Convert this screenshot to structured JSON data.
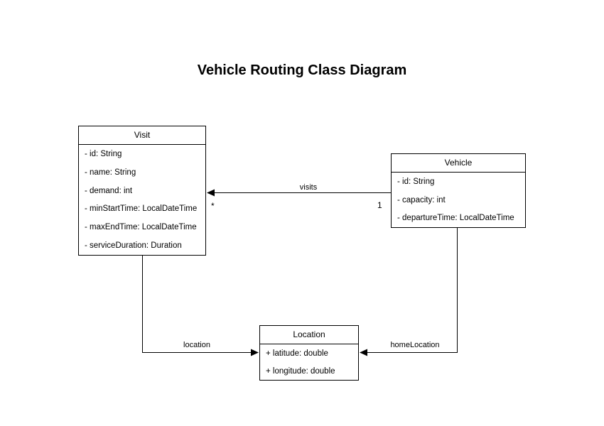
{
  "title": "Vehicle Routing Class Diagram",
  "classes": {
    "visit": {
      "name": "Visit",
      "attributes": [
        "- id: String",
        "- name: String",
        "- demand: int",
        "- minStartTime: LocalDateTime",
        "- maxEndTime: LocalDateTime",
        "- serviceDuration: Duration"
      ]
    },
    "vehicle": {
      "name": "Vehicle",
      "attributes": [
        "- id: String",
        "- capacity: int",
        "- departureTime: LocalDateTime"
      ]
    },
    "location": {
      "name": "Location",
      "attributes": [
        "+ latitude: double",
        "+ longitude: double"
      ]
    }
  },
  "relationships": {
    "visits": {
      "label": "visits",
      "from": "Vehicle",
      "to": "Visit",
      "source_multiplicity": "1",
      "target_multiplicity": "*"
    },
    "location": {
      "label": "location",
      "from": "Visit",
      "to": "Location"
    },
    "homeLocation": {
      "label": "homeLocation",
      "from": "Vehicle",
      "to": "Location"
    }
  },
  "colors": {
    "background": "#ffffff",
    "box_fill": "#ffffff",
    "box_border": "#000000",
    "line": "#000000",
    "text": "#000000"
  }
}
